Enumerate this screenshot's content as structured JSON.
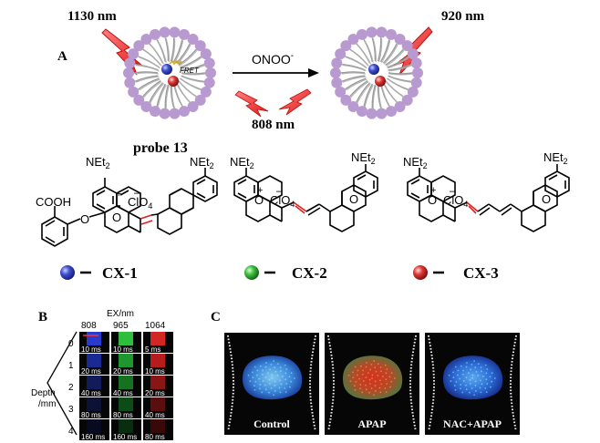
{
  "panel_a": {
    "label": "A",
    "left_emission": "1130 nm",
    "right_emission": "920 nm",
    "fret": "FRET",
    "reagent": "ONOO",
    "reagent_charge": "-",
    "excitation": "808 nm",
    "probe_name": "probe 13",
    "compounds": [
      {
        "name": "CX-1",
        "color": "#3848c0"
      },
      {
        "name": "CX-2",
        "color": "#38b838"
      },
      {
        "name": "CX-3",
        "color": "#e03838"
      }
    ],
    "structure_text": {
      "net2": "NEt",
      "sub2": "2",
      "cooh": "COOH",
      "o": "O",
      "clo4": "ClO",
      "sub4": "4",
      "plus": "+",
      "minus": "–"
    }
  },
  "panel_b": {
    "label": "B",
    "ex_header": "EX/nm",
    "wavelengths": [
      "808",
      "965",
      "1064"
    ],
    "depth_label": [
      "Depth",
      "/mm"
    ],
    "depths": [
      "0",
      "1",
      "2",
      "3",
      "4"
    ],
    "exposures": [
      [
        "10 ms",
        "10 ms",
        "5 ms"
      ],
      [
        "20 ms",
        "20 ms",
        "10 ms"
      ],
      [
        "40 ms",
        "40 ms",
        "20 ms"
      ],
      [
        "80 ms",
        "80 ms",
        "40 ms"
      ],
      [
        "160 ms",
        "160 ms",
        "80 ms"
      ]
    ]
  },
  "panel_c": {
    "label": "C",
    "images": [
      "Control",
      "APAP",
      "NAC+APAP"
    ]
  }
}
